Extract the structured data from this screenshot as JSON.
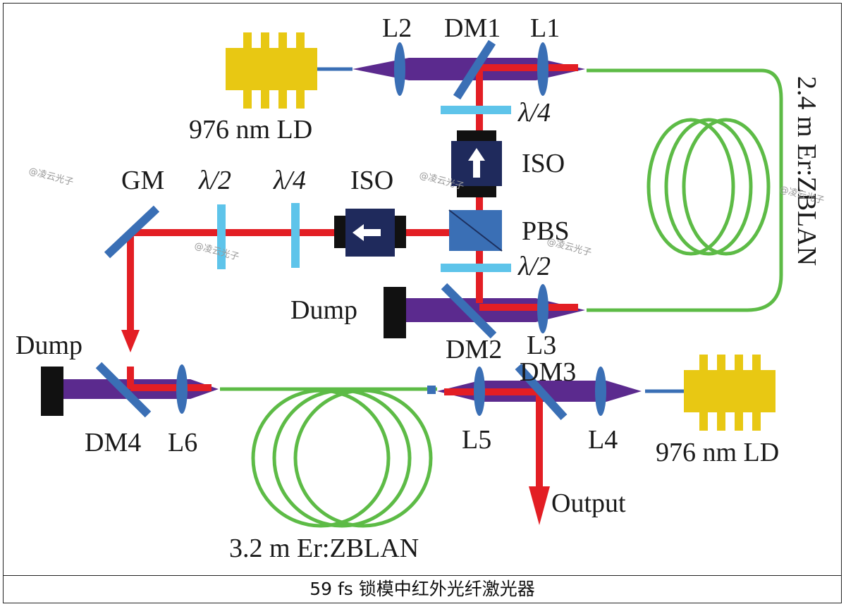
{
  "caption": "59 fs 锁模中红外光纤激光器",
  "labels": {
    "l2": "L2",
    "dm1": "DM1",
    "l1": "L1",
    "ld_top": "976 nm LD",
    "qwp_top": "λ/4",
    "iso_v": "ISO",
    "gm": "GM",
    "hwp_left": "λ/2",
    "qwp_left": "λ/4",
    "iso_h": "ISO",
    "pbs": "PBS",
    "hwp_right": "λ/2",
    "dump_mid": "Dump",
    "dm2": "DM2",
    "l3": "L3",
    "fiber_top": "2.4 m Er:ZBLAN",
    "dump_left": "Dump",
    "dm3": "DM3",
    "dm4": "DM4",
    "l6": "L6",
    "l5": "L5",
    "l4": "L4",
    "ld_bottom": "976 nm LD",
    "output": "Output",
    "fiber_bottom": "3.2 m Er:ZBLAN"
  },
  "watermarks": [
    "@凌云光子",
    "@凌云光子",
    "@凌云光子",
    "@凌云光子",
    "@凌云光子"
  ],
  "colors": {
    "red_beam": "#e31e24",
    "purple_beam": "#5b2a8e",
    "fiber": "#5dbb46",
    "ld": "#e8c813",
    "lens": "#3a6fb5",
    "waveplate": "#5ec4ea",
    "mirror": "#3a6fb5",
    "isolator": "#1f2a5c",
    "dump": "#111111"
  }
}
